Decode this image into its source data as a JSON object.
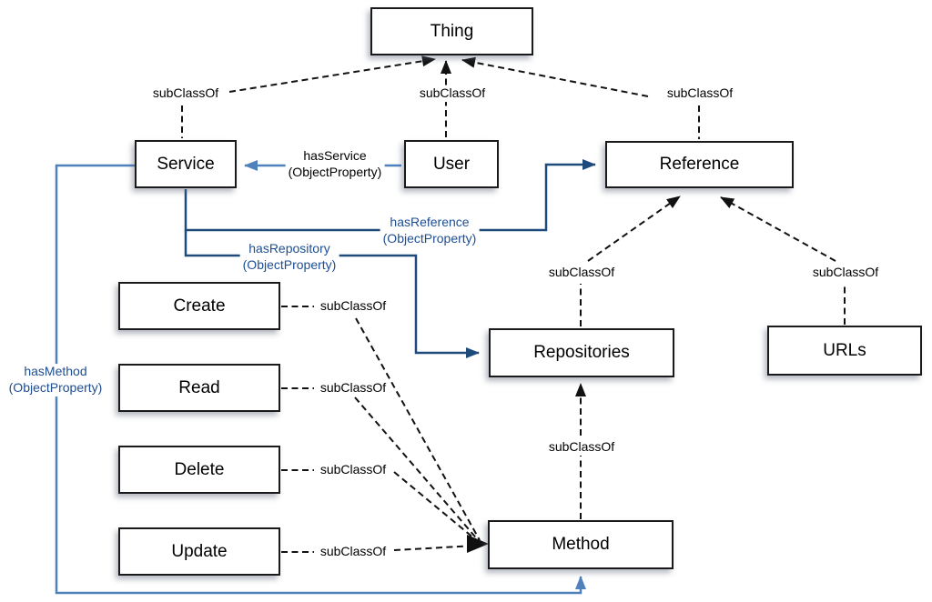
{
  "diagram": {
    "nodes": {
      "thing": "Thing",
      "service": "Service",
      "user": "User",
      "reference": "Reference",
      "create": "Create",
      "read": "Read",
      "delete": "Delete",
      "update": "Update",
      "repositories": "Repositories",
      "urls": "URLs",
      "method": "Method"
    },
    "subclass_labels": {
      "service_thing": "subClassOf",
      "user_thing": "subClassOf",
      "reference_thing": "subClassOf",
      "repositories_reference": "subClassOf",
      "urls_reference": "subClassOf",
      "create_method": "subClassOf",
      "read_method": "subClassOf",
      "delete_method": "subClassOf",
      "update_method": "subClassOf",
      "method_repositories": "subClassOf"
    },
    "object_properties": {
      "has_service": {
        "name": "hasService",
        "qualifier": "(ObjectProperty)"
      },
      "has_reference": {
        "name": "hasReference",
        "qualifier": "(ObjectProperty)"
      },
      "has_repository": {
        "name": "hasRepository",
        "qualifier": "(ObjectProperty)"
      },
      "has_method": {
        "name": "hasMethod",
        "qualifier": "(ObjectProperty)"
      }
    },
    "colors": {
      "box_border": "#1a1a1a",
      "dashed_line": "#111111",
      "object_property_light": "#4f81bd",
      "object_property_dark": "#1f4a7c",
      "object_property_text": "#1e4e92"
    }
  }
}
